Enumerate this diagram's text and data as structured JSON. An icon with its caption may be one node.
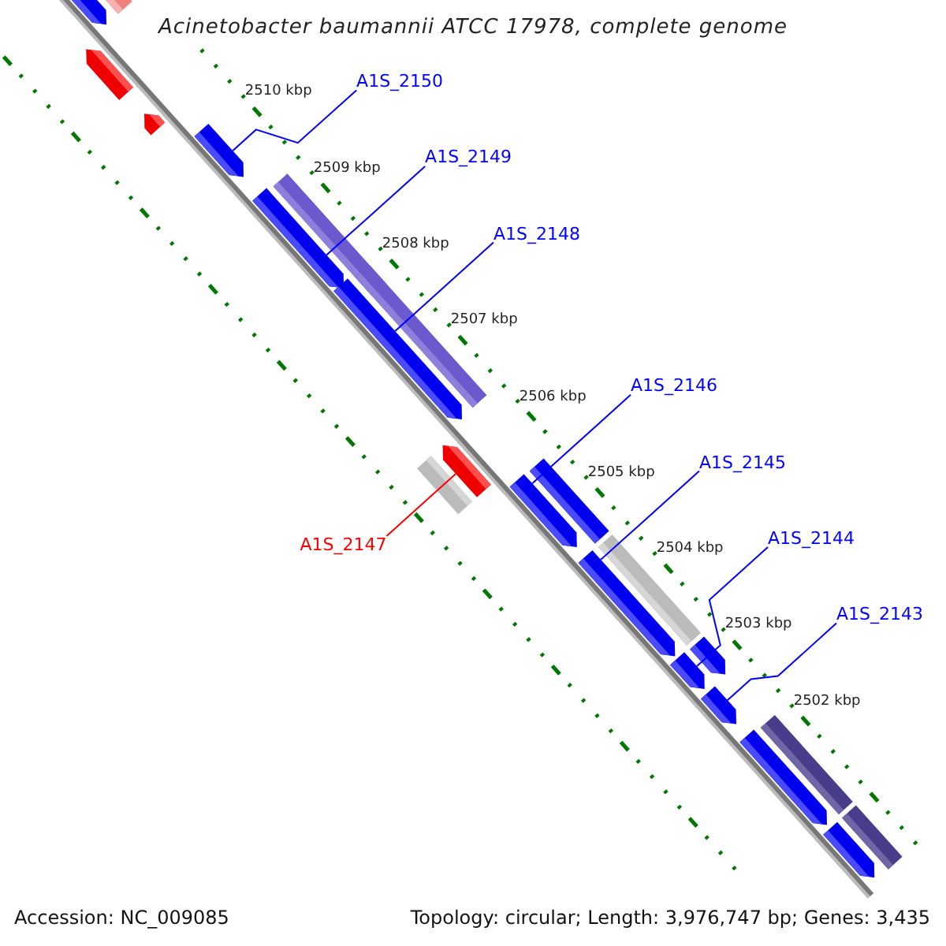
{
  "diagram": {
    "title": "Acinetobacter baumannii ATCC 17978, complete genome",
    "nodes": [
      {
        "text": [
          "A1S_2150"
        ]
      },
      {
        "text": [],
        "shape": "bar"
      },
      {
        "text": [
          "A1S_2149"
        ]
      },
      {
        "text": [],
        "shape": "bar"
      },
      {
        "text": [
          "A1S_2148"
        ]
      },
      {
        "text": [],
        "shape": "bar"
      },
      {
        "text": [
          "A1S_2146"
        ]
      },
      {
        "text": [],
        "shape": "bar"
      },
      {
        "text": [
          "A1S_2147"
        ]
      },
      {
        "text": [],
        "shape": "bar"
      },
      {
        "text": [
          "A1S_2145"
        ]
      },
      {
        "text": [],
        "shape": "bar"
      },
      {
        "text": [
          "A1S_2144"
        ]
      },
      {
        "text": [],
        "shape": "bar"
      },
      {
        "text": [
          "A1S_2143"
        ]
      },
      {
        "text": [],
        "shape": "bar"
      },
      {
        "text": [],
        "shape": "bar"
      },
      {
        "text": [],
        "shape": "bar"
      },
      {
        "text": [],
        "shape": "bar"
      },
      {
        "text": [],
        "shape": "bar"
      },
      {
        "text": [],
        "shape": "bar"
      },
      {
        "text": [],
        "shape": "bar"
      }
    ],
    "edges": [
      {
        "from": 0,
        "to": 1,
        "arrow": "none"
      },
      {
        "from": 2,
        "to": 3,
        "arrow": "none"
      },
      {
        "from": 4,
        "to": 5,
        "arrow": "none"
      },
      {
        "from": 6,
        "to": 7,
        "arrow": "none"
      },
      {
        "from": 8,
        "to": 9,
        "arrow": "none",
        "color": "#ff0000"
      },
      {
        "from": 10,
        "to": 11,
        "arrow": "none"
      },
      {
        "from": 12,
        "to": 13,
        "arrow": "none"
      },
      {
        "from": 14,
        "to": 15,
        "arrow": "none"
      }
    ],
    "labels": [
      "2510 kbp",
      "2509 kbp",
      "2508 kbp",
      "2507 kbp",
      "2506 kbp",
      "2505 kbp",
      "2504 kbp",
      "2503 kbp",
      "2502 kbp",
      "Accession: NC_009085",
      "Topology: circular; Length: 3,976,747 bp; Genes: 3,435"
    ]
  }
}
